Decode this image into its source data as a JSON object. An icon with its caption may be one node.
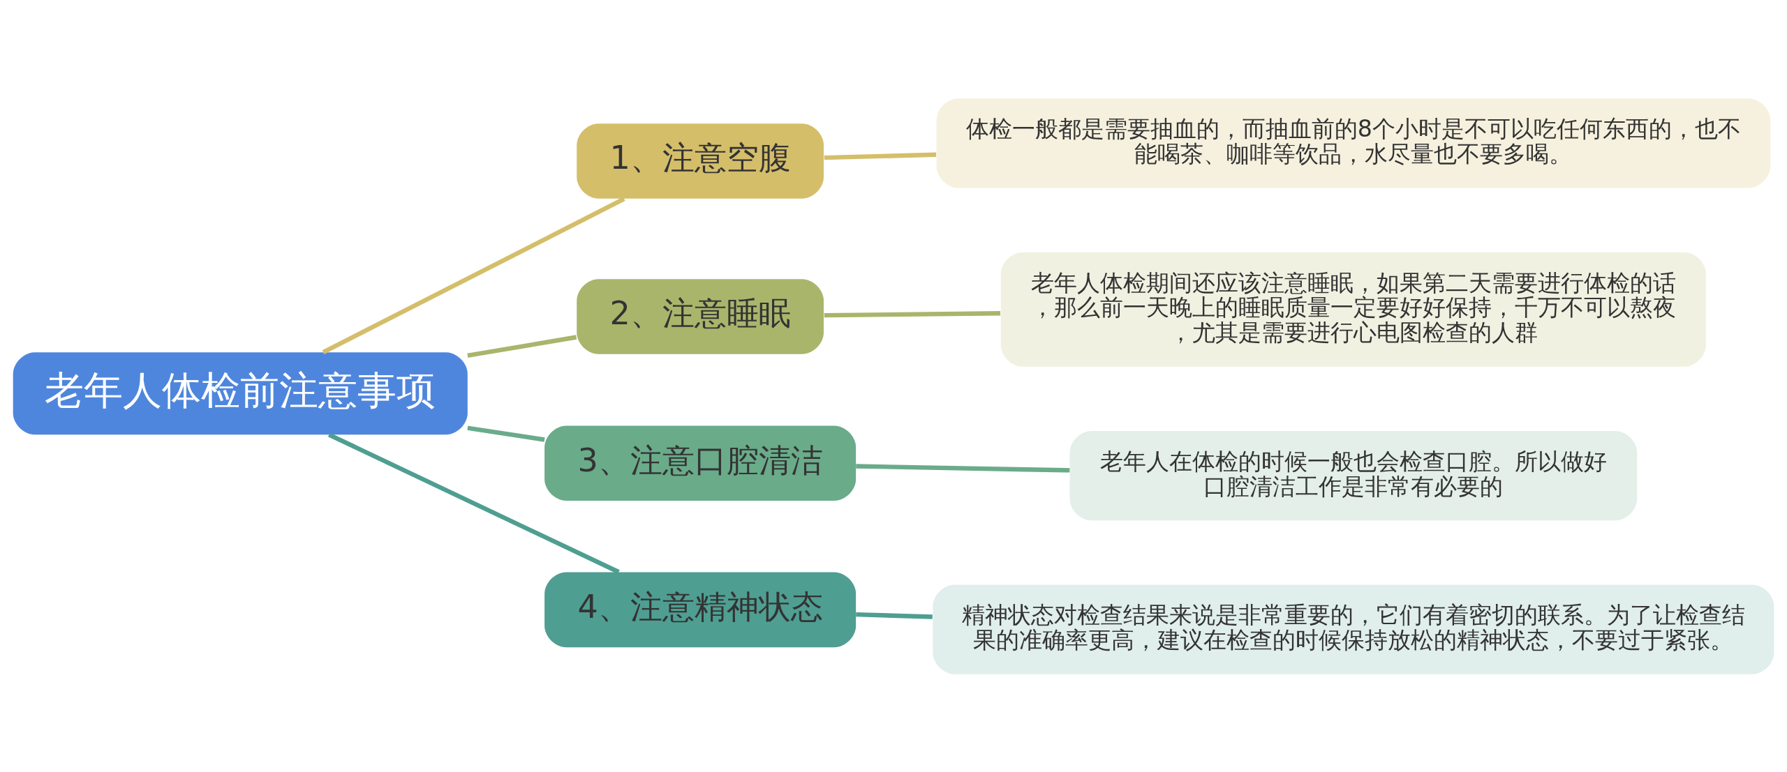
{
  "diagram": {
    "nodes": [
      {
        "text": [
          "老年人体检前注意事项"
        ]
      },
      {
        "text": [
          "1、注意空腹"
        ]
      },
      {
        "text": [
          "2、注意睡眠"
        ]
      },
      {
        "text": [
          "3、注意口腔清洁"
        ]
      },
      {
        "text": [
          "4、注意精神状态"
        ]
      },
      {
        "text": [
          "体检一般都是需要抽血的，而抽血前的8个小时是不可以吃任何东西的，也不能喝茶、咖啡等饮品，水尽量也不要多喝。"
        ]
      },
      {
        "text": [
          "老年人体检期间还应该注意睡眠，如果第二天需要进行体检的话，那么前一天晚上的睡眠质量一定要好好保持，千万不可以熬夜，尤其是需要进行心电图检查的人群"
        ]
      },
      {
        "text": [
          "老年人在体检的时候一般也会检查口腔。所以做好口腔清洁工作是非常有必要的"
        ]
      },
      {
        "text": [
          "精神状态对检查结果来说是非常重要的，它们有着密切的联系。为了让检查结果的准确率更高，建议在检查的时候保持放松的精神状态，不要过于紧张。"
        ]
      }
    ],
    "edges": [
      {
        "from": 0,
        "to": 1,
        "arrow": "none",
        "color": "#d4be6a"
      },
      {
        "from": 0,
        "to": 2,
        "arrow": "none",
        "color": "#a9b56b"
      },
      {
        "from": 0,
        "to": 3,
        "arrow": "none",
        "color": "#6aab8a"
      },
      {
        "from": 0,
        "to": 4,
        "arrow": "none",
        "color": "#4f9e92"
      },
      {
        "from": 1,
        "to": 5,
        "arrow": "none",
        "color": "#d4be6a"
      },
      {
        "from": 2,
        "to": 6,
        "arrow": "none",
        "color": "#a9b56b"
      },
      {
        "from": 3,
        "to": 7,
        "arrow": "none",
        "color": "#6aab8a"
      },
      {
        "from": 4,
        "to": 8,
        "arrow": "none",
        "color": "#4f9e92"
      }
    ]
  }
}
